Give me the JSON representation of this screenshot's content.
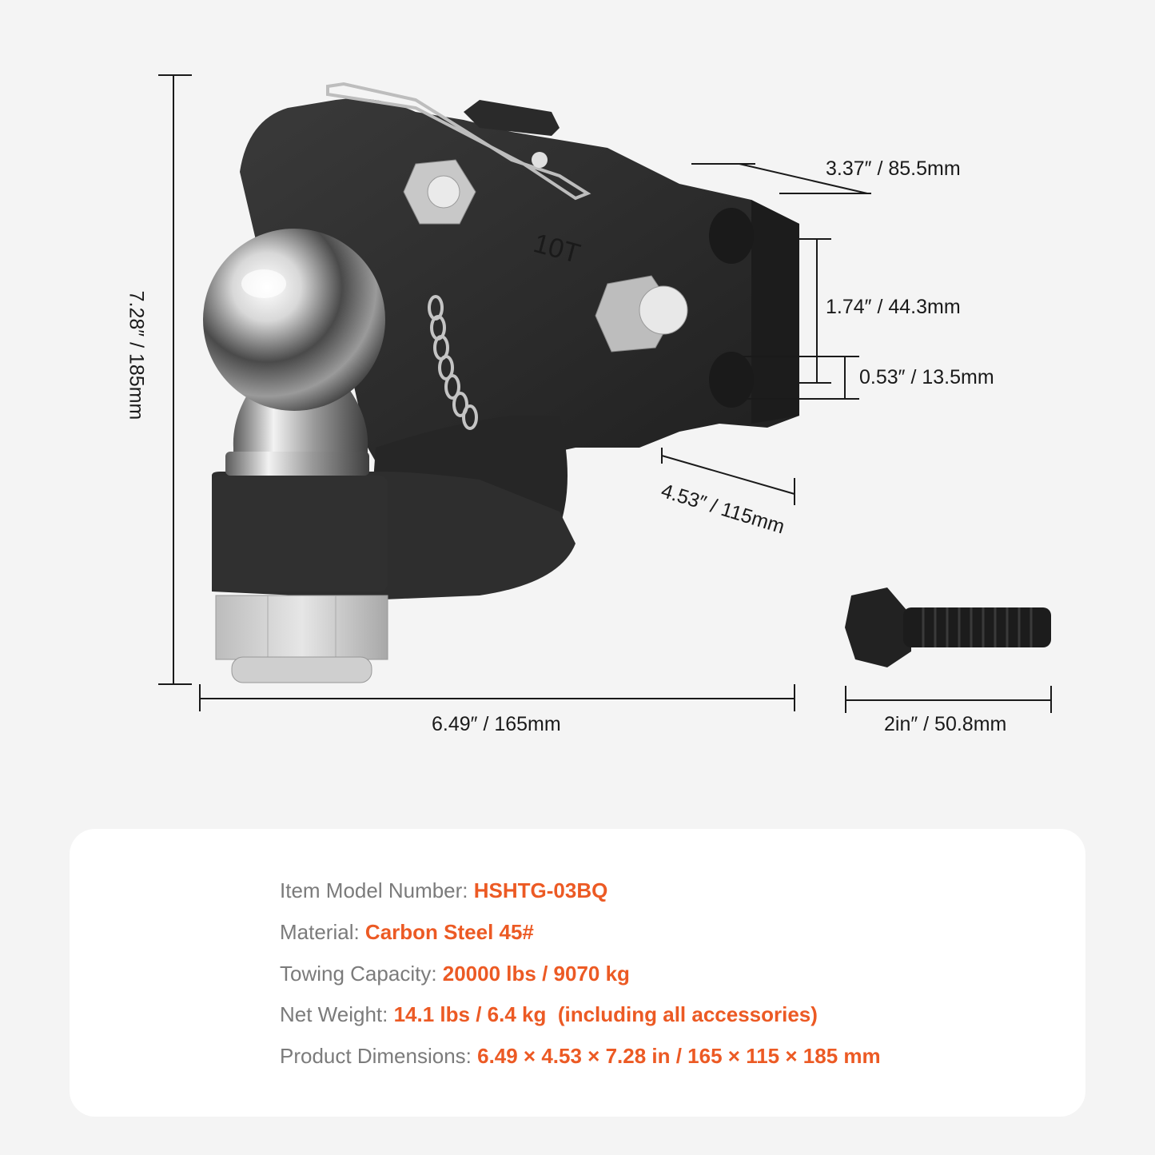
{
  "product": {
    "casting_mark": "10T",
    "dimensions": {
      "height": "7.28″ / 185mm",
      "length": "6.49″ / 165mm",
      "mount_width": "3.37″ / 85.5mm",
      "hole_spacing": "1.74″ / 44.3mm",
      "hole_diameter": "0.53″ / 13.5mm",
      "depth": "4.53″ / 115mm",
      "bolt_length": "2in″ / 50.8mm"
    }
  },
  "specs": [
    {
      "label": "Item Model Number: ",
      "value": "HSHTG-03BQ"
    },
    {
      "label": "Material: ",
      "value": "Carbon Steel 45#"
    },
    {
      "label": "Towing Capacity: ",
      "value": "20000 lbs / 9070 kg"
    },
    {
      "label": "Net Weight: ",
      "value": "14.1 lbs / 6.4 kg  (including all accessories)"
    },
    {
      "label": "Product Dimensions: ",
      "value": "6.49 × 4.53 × 7.28 in / 165 × 115 × 185 mm"
    }
  ],
  "colors": {
    "accent": "#ec5a24",
    "label_gray": "#7b7b7b",
    "hitch_body": "#2b2b2b",
    "background": "#f4f4f4"
  }
}
